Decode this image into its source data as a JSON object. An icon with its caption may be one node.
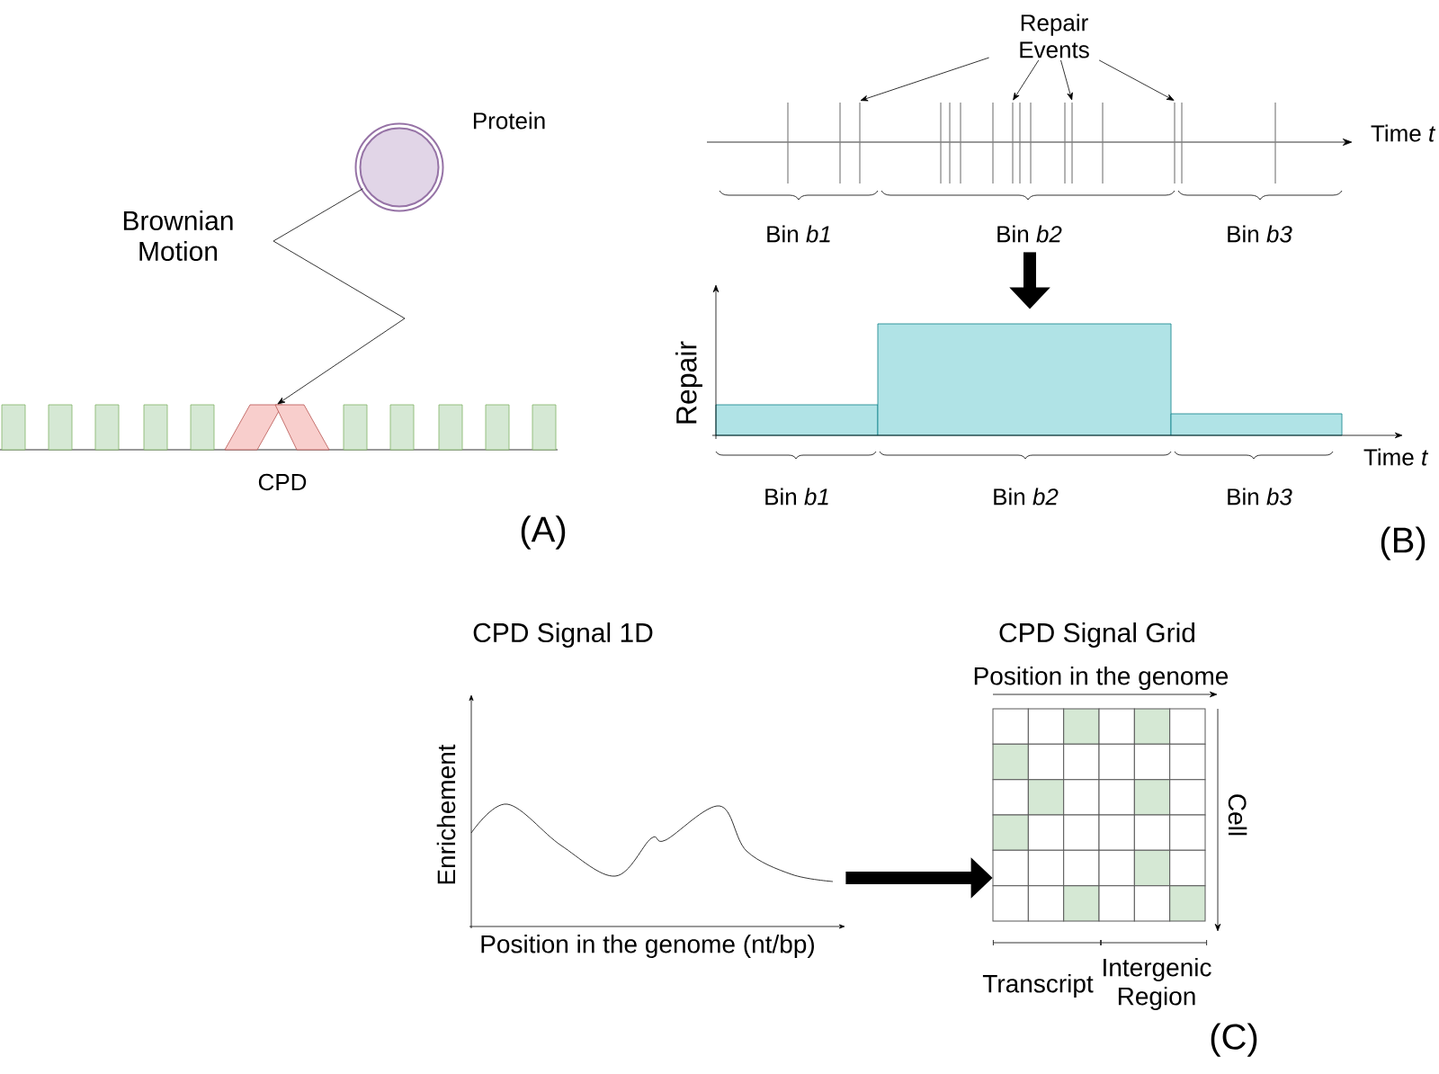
{
  "diagram": {
    "nodes": [
      {
        "text": [
          "Protein"
        ]
      },
      {
        "text": [
          "Repair Events"
        ]
      },
      {
        "text": [],
        "shape": "picture",
        "beside": [
          "Time *t*",
          "Bin *b1*",
          "Bin *b2*",
          "Bin *b3*"
        ]
      },
      {
        "text": [
          "CPD"
        ]
      },
      {
        "text": [],
        "shape": "picture",
        "beside": [
          "Repair",
          "Bin *b1*",
          "Bin *b2*",
          "Bin *b3*"
        ]
      },
      {
        "text": [
          "CPD Signal 1D"
        ],
        "beside": [
          "Enrichement",
          "Position in the genome (nt/bp)"
        ]
      },
      {
        "text": [
          "CPD Signal Grid",
          "Position in the genome"
        ],
        "beside": [
          "Cell",
          "Transcript",
          "Intergenic Region"
        ]
      }
    ],
    "edges": [
      {
        "from": 0,
        "to": 3,
        "arrow": "to",
        "label": "Brownian Motion"
      },
      {
        "from": 1,
        "to": 2,
        "arrow": "to"
      },
      {
        "from": 1,
        "to": 2,
        "arrow": "to"
      },
      {
        "from": 1,
        "to": 2,
        "arrow": "to"
      },
      {
        "from": 1,
        "to": 2,
        "arrow": "to"
      },
      {
        "from": 2,
        "to": 4,
        "arrow": "to",
        "style": "thick"
      },
      {
        "from": 5,
        "to": 6,
        "arrow": "to",
        "style": "thick"
      }
    ],
    "labels": [
      "Time *t*",
      "(A)",
      "(B)",
      "(C)"
    ]
  }
}
